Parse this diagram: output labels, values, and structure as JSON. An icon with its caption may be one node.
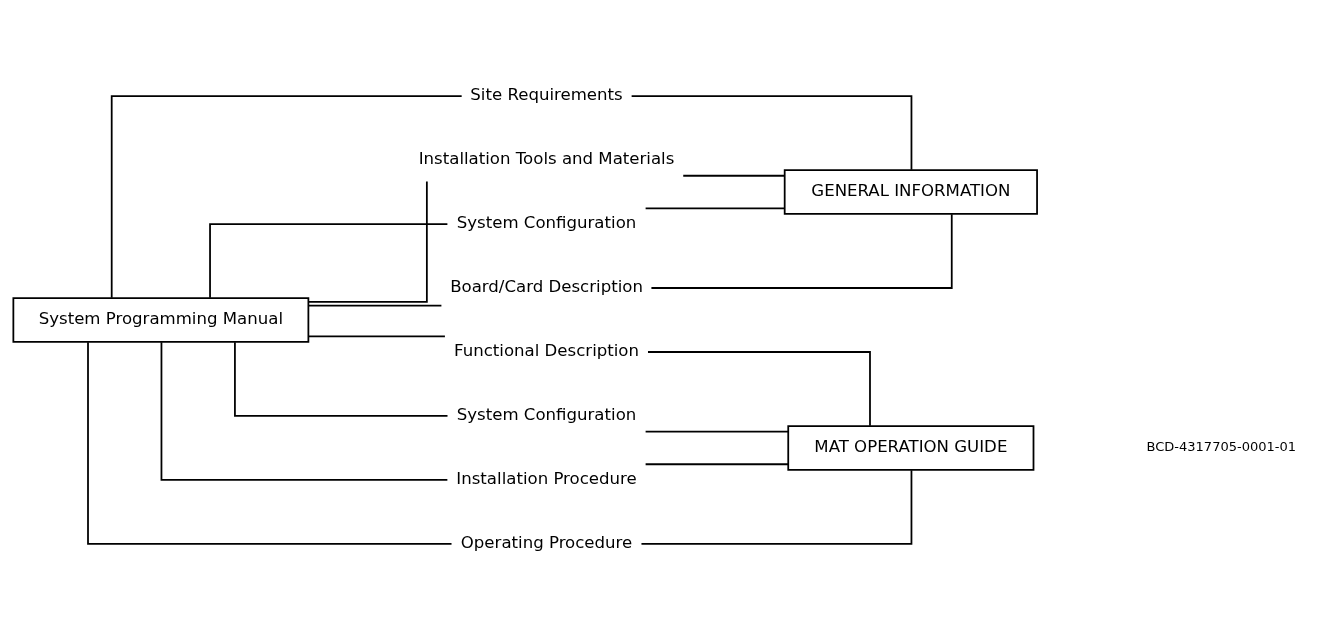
{
  "diagram": {
    "nodes": [
      {
        "text": [
          "System Programming Manual"
        ]
      },
      {
        "text": [
          "Site Requirements"
        ]
      },
      {
        "text": [
          "Installation Tools and Materials"
        ]
      },
      {
        "text": [
          "System Configuration"
        ]
      },
      {
        "text": [
          "Board/Card Description"
        ]
      },
      {
        "text": [
          "Functional Description"
        ]
      },
      {
        "text": [
          "System Configuration"
        ]
      },
      {
        "text": [
          "Installation Procedure"
        ]
      },
      {
        "text": [
          "Operating Procedure"
        ]
      },
      {
        "text": [
          "GENERAL INFORMATION"
        ]
      },
      {
        "text": [
          "MAT OPERATION GUIDE"
        ]
      }
    ],
    "edges": [
      {
        "from": 0,
        "to": 1,
        "arrow": "none"
      },
      {
        "from": 0,
        "to": 2,
        "arrow": "none"
      },
      {
        "from": 0,
        "to": 3,
        "arrow": "none"
      },
      {
        "from": 0,
        "to": 4,
        "arrow": "none"
      },
      {
        "from": 0,
        "to": 5,
        "arrow": "none"
      },
      {
        "from": 0,
        "to": 6,
        "arrow": "none"
      },
      {
        "from": 0,
        "to": 7,
        "arrow": "none"
      },
      {
        "from": 0,
        "to": 8,
        "arrow": "none"
      },
      {
        "from": 1,
        "to": 9,
        "arrow": "none"
      },
      {
        "from": 2,
        "to": 9,
        "arrow": "none"
      },
      {
        "from": 3,
        "to": 9,
        "arrow": "none"
      },
      {
        "from": 4,
        "to": 9,
        "arrow": "none"
      },
      {
        "from": 5,
        "to": 10,
        "arrow": "none"
      },
      {
        "from": 6,
        "to": 10,
        "arrow": "none"
      },
      {
        "from": 7,
        "to": 10,
        "arrow": "none"
      },
      {
        "from": 8,
        "to": 10,
        "arrow": "none"
      }
    ],
    "labels": [
      "BCD-4317705-0001-01"
    ]
  }
}
